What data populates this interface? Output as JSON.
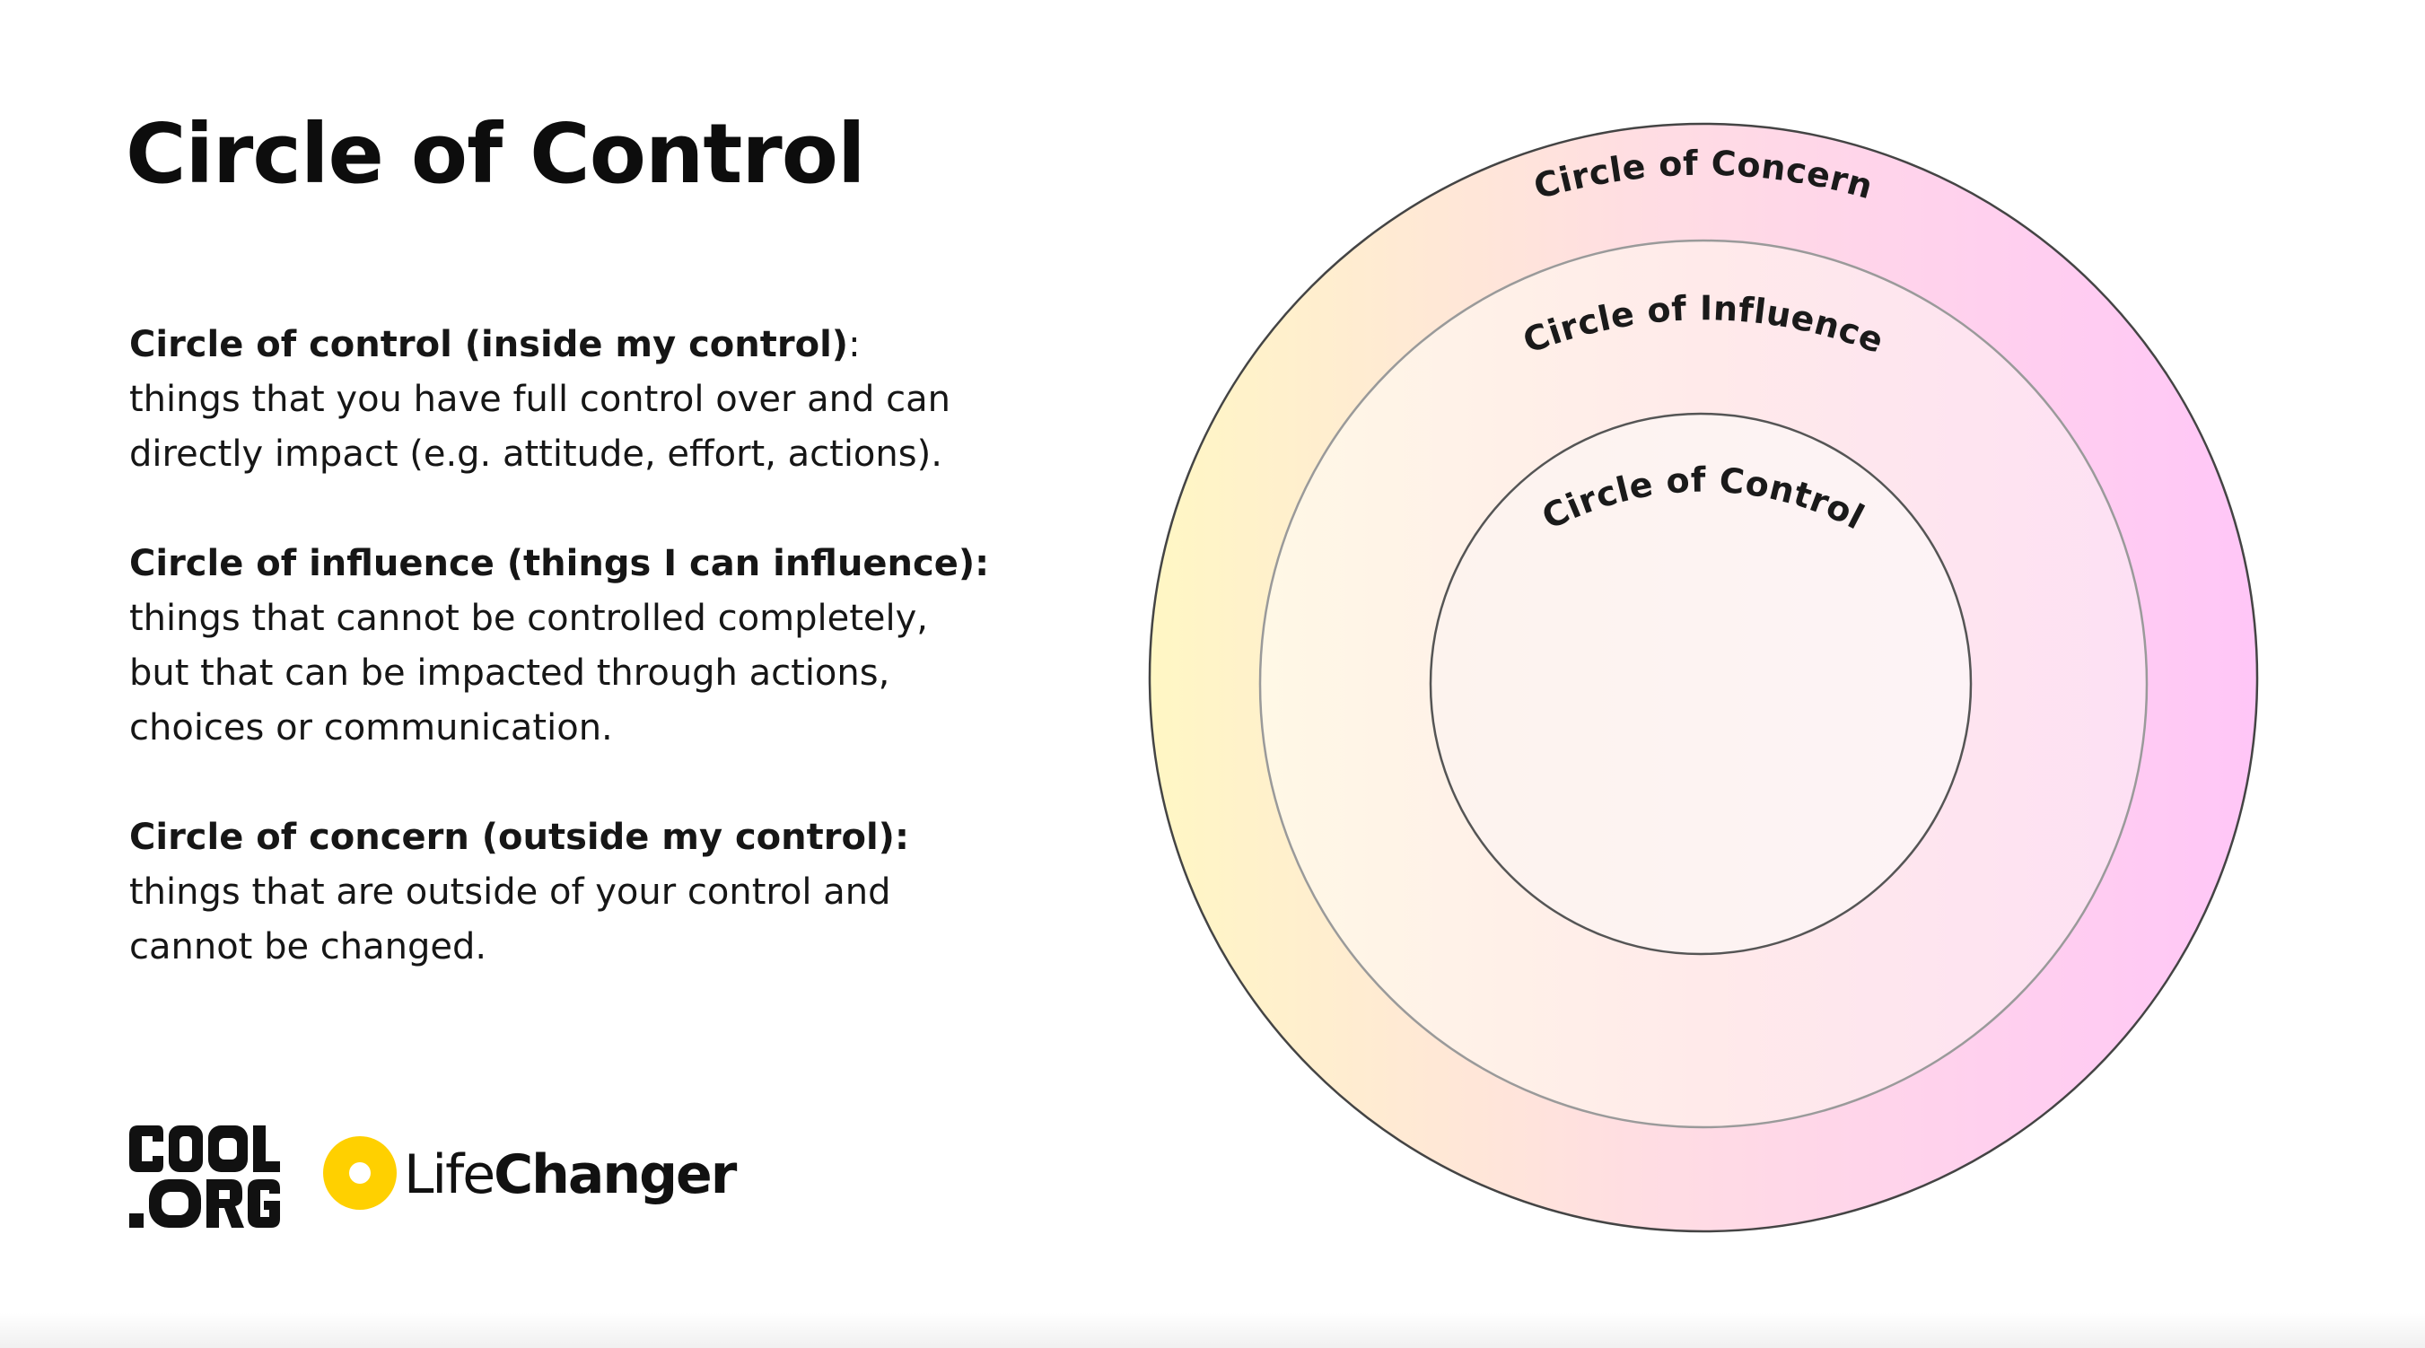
{
  "title": "Circle of Control",
  "definitions": [
    {
      "heading": "Circle of control (inside my control)",
      "heading_suffix": ":",
      "body": "things that you have full control over and can directly impact (e.g. attitude, effort, actions)."
    },
    {
      "heading": "Circle of influence (things I can influence):",
      "heading_suffix": "",
      "body": "things that cannot be controlled completely, but that can be impacted through actions, choices or communication."
    },
    {
      "heading": "Circle of concern (outside my control):",
      "heading_suffix": "",
      "body": "things that are outside of your control and cannot be changed."
    }
  ],
  "diagram": {
    "outer_label": "Circle of Concern",
    "middle_label": "Circle of Influence",
    "inner_label": "Circle of Control",
    "colors": {
      "gradient_start": "#fff7c4",
      "gradient_mid": "#ffdde3",
      "gradient_end": "#ffc6f7",
      "outer_stroke": "#444444",
      "inner_fill": "#fdf3f2"
    }
  },
  "logos": {
    "cool_org": {
      "line1": "COOL",
      "line2": ".ORG"
    },
    "lifechanger": {
      "part1": "Life",
      "part2": "Changer",
      "icon_color": "#ffd000"
    }
  }
}
